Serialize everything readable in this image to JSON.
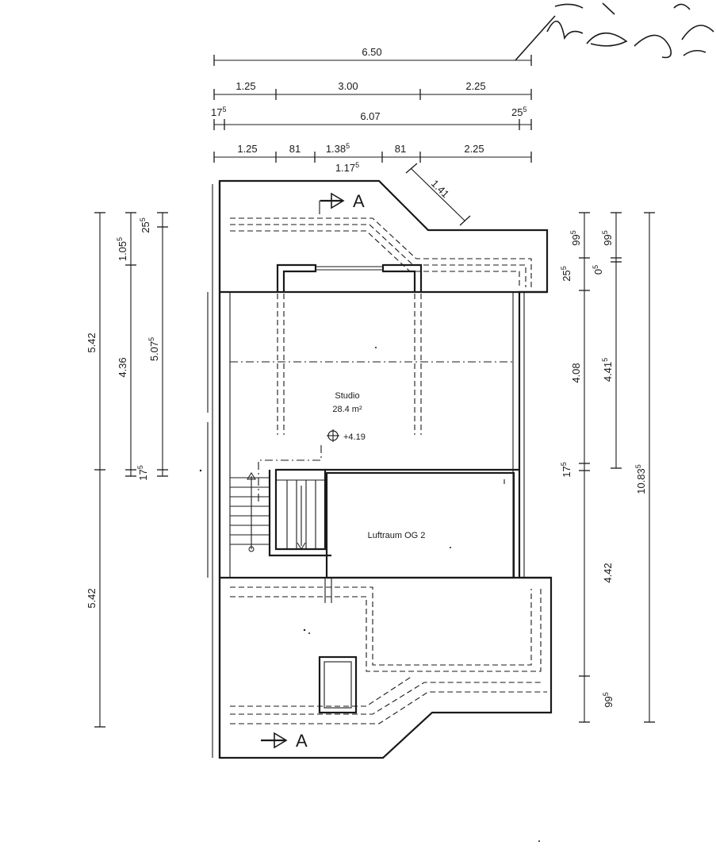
{
  "signature": "handwritten-signature",
  "top_dimensions": {
    "row1": [
      {
        "text": "6.50",
        "sup": ""
      }
    ],
    "row2": [
      {
        "text": "1.25",
        "sup": ""
      },
      {
        "text": "3.00",
        "sup": ""
      },
      {
        "text": "2.25",
        "sup": ""
      }
    ],
    "row3_left": {
      "text": "17",
      "sup": "5"
    },
    "row3_mid": {
      "text": "6.07",
      "sup": ""
    },
    "row3_right": {
      "text": "25",
      "sup": "5"
    },
    "row4": [
      {
        "text": "1.25",
        "sup": ""
      },
      {
        "text": "81",
        "sup": ""
      },
      {
        "text": "1.38",
        "sup": "5"
      },
      {
        "text": "81",
        "sup": ""
      },
      {
        "text": "2.25",
        "sup": ""
      }
    ],
    "row4_sub": {
      "text": "1.17",
      "sup": "5"
    },
    "diagonal": {
      "text": "1.41",
      "sup": ""
    }
  },
  "left_dimensions": {
    "outer": [
      {
        "text": "5.42",
        "sup": ""
      },
      {
        "text": "5.42",
        "sup": ""
      }
    ],
    "inner_a": [
      {
        "text": "1.05",
        "sup": "5"
      },
      {
        "text": "4.36",
        "sup": ""
      },
      {
        "text": "17",
        "sup": "5"
      }
    ],
    "inner_b": [
      {
        "text": "25",
        "sup": "5"
      },
      {
        "text": "5.07",
        "sup": "5"
      }
    ]
  },
  "right_dimensions": {
    "col1": [
      {
        "text": "99",
        "sup": "5"
      },
      {
        "text": "25",
        "sup": "5"
      },
      {
        "text": "4.08",
        "sup": ""
      },
      {
        "text": "17",
        "sup": "5"
      },
      {
        "text": "4.42",
        "sup": ""
      },
      {
        "text": "99",
        "sup": "5"
      }
    ],
    "col2": [
      {
        "text": "99",
        "sup": "5"
      },
      {
        "text": "0",
        "sup": "5"
      },
      {
        "text": "4.41",
        "sup": "5"
      }
    ],
    "col3": [
      {
        "text": "10.83",
        "sup": "5"
      }
    ]
  },
  "rooms": {
    "studio_name": "Studio",
    "studio_area": "28.4 m²",
    "level": "+4.19",
    "void": "Luftraum OG 2"
  },
  "section_marker": "A"
}
